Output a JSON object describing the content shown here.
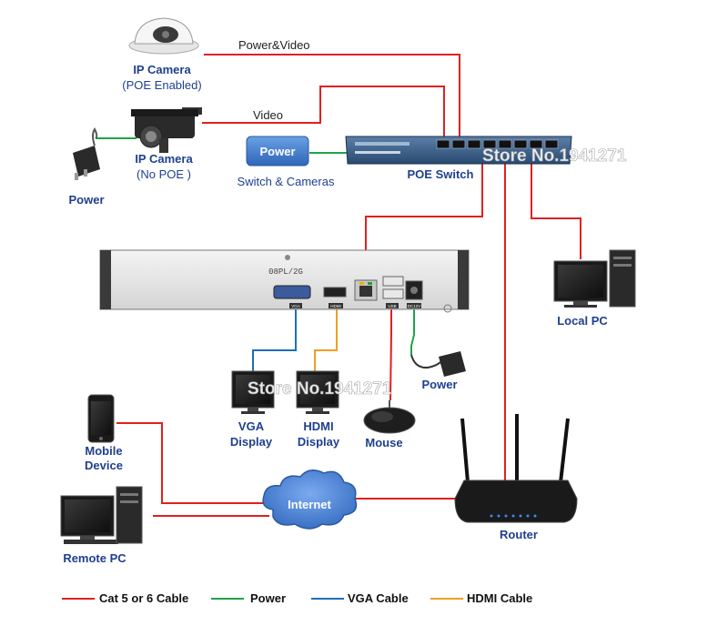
{
  "nodes": {
    "ip_camera_poe": {
      "title": "IP Camera",
      "subtitle": "(POE Enabled)"
    },
    "ip_camera_nopoe": {
      "title": "IP Camera",
      "subtitle": "(No POE )"
    },
    "power_adapter_left": {
      "title": "Power"
    },
    "power_box": {
      "title": "Power",
      "caption": "Switch & Cameras"
    },
    "poe_switch": {
      "title": "POE Switch"
    },
    "local_pc": {
      "title": "Local PC"
    },
    "nvr": {
      "model": "08PL/2G",
      "ports": [
        "VGA",
        "HDMI",
        "USB",
        "DC12V"
      ]
    },
    "power_adapter_nvr": {
      "title": "Power"
    },
    "vga_display": {
      "title_line1": "VGA",
      "title_line2": "Display"
    },
    "hdmi_display": {
      "title_line1": "HDMI",
      "title_line2": "Display"
    },
    "mouse": {
      "title": "Mouse"
    },
    "mobile_device": {
      "title_line1": "Mobile",
      "title_line2": "Device"
    },
    "remote_pc": {
      "title": "Remote PC"
    },
    "internet": {
      "title": "Internet"
    },
    "router": {
      "title": "Router"
    }
  },
  "connection_labels": {
    "power_video": "Power&Video",
    "video": "Video"
  },
  "watermarks": [
    "Store No.1941271",
    "Store No.1941271"
  ],
  "legend": [
    {
      "label": "Cat 5 or 6 Cable",
      "color": "#e02020"
    },
    {
      "label": "Power",
      "color": "#1fa34a"
    },
    {
      "label": "VGA Cable",
      "color": "#1f6fb5"
    },
    {
      "label": "HDMI Cable",
      "color": "#f0a020"
    }
  ],
  "colors": {
    "cat_cable": "#e02020",
    "power_cable": "#1fa34a",
    "vga_cable": "#1f6fb5",
    "hdmi_cable": "#f0a020",
    "label_blue": "#1f3f8f",
    "power_box_fill": "#3f7fd0",
    "cloud_fill": "#4f8ad8"
  }
}
